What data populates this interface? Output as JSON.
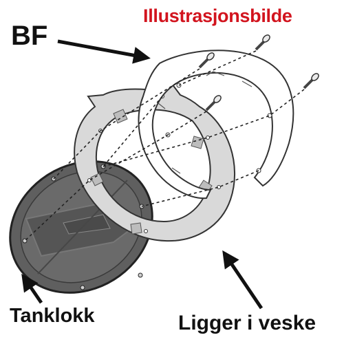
{
  "watermark": "Illustrasjonsbilde",
  "labels": {
    "bf": "BF",
    "tank_cap": "Tanklokk",
    "included": "Ligger i veske"
  },
  "colors": {
    "watermark": "#d2141e",
    "text": "#111111",
    "tank_cap_fill": "#5f5f5f",
    "ring_fill": "#d9d9d9",
    "plate_fill": "#ffffff",
    "outline": "#333333"
  }
}
